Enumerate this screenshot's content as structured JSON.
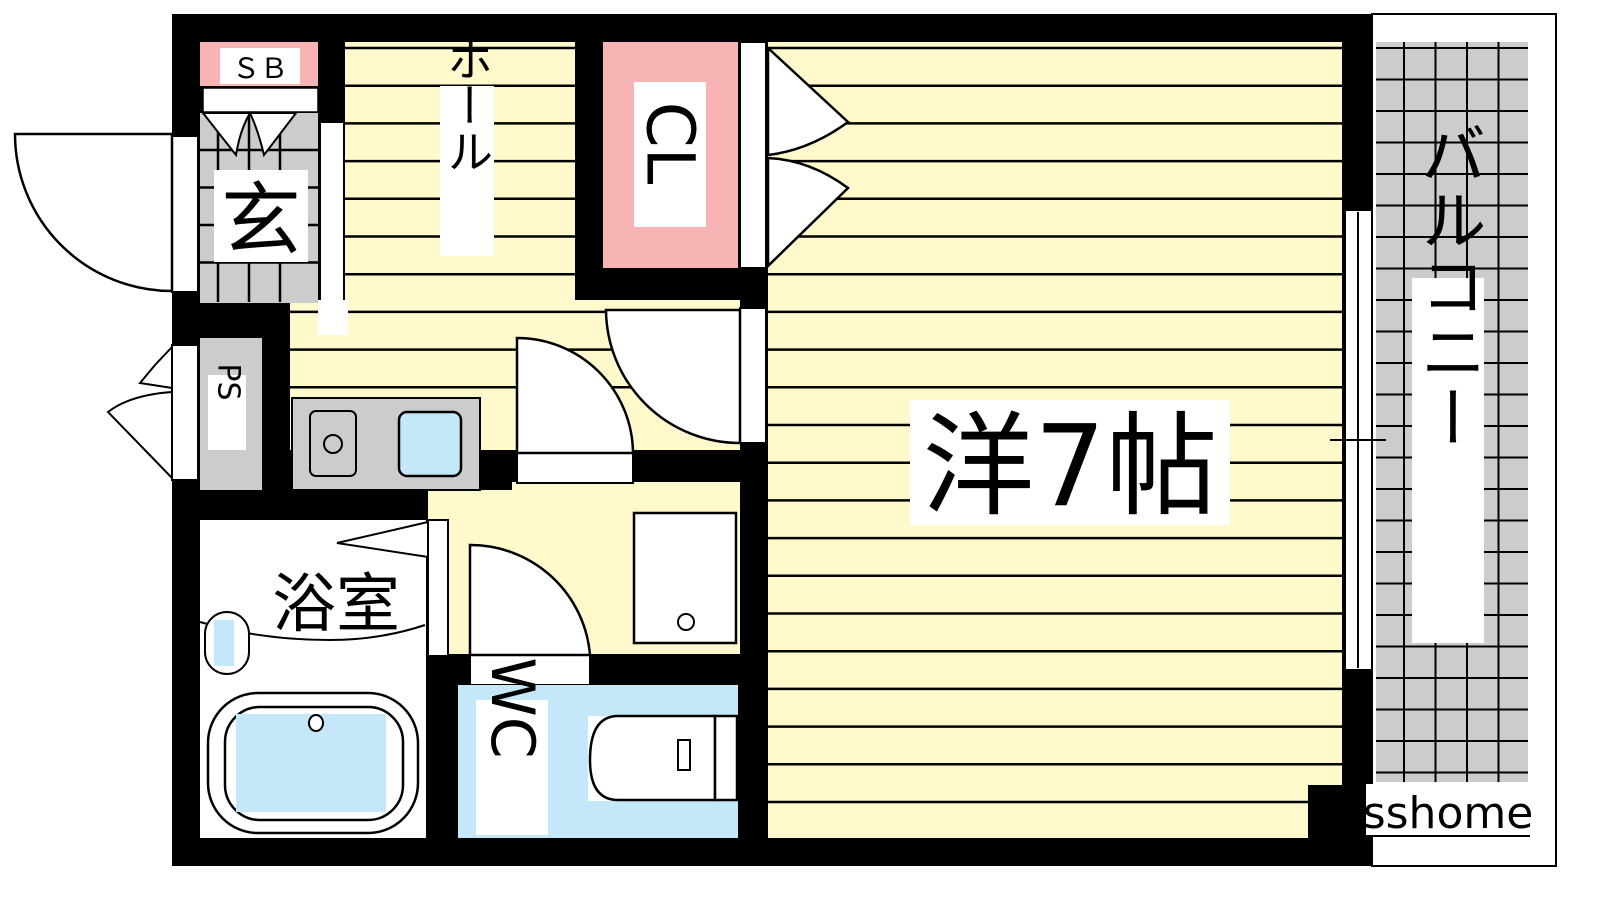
{
  "floorplan": {
    "rooms": {
      "western_room": "洋7帖",
      "hall": "ホール",
      "closet": "CL",
      "entrance": "玄",
      "shoe_box": "ＳＢ",
      "pipe_space": "PS",
      "bathroom": "浴室",
      "toilet": "WC",
      "balcony": "バルコニー"
    },
    "watermark": "sshome"
  },
  "colors": {
    "wall": "#000000",
    "floor": "#fff9cc",
    "closet": "#f8b4b4",
    "wet": "#c4e8f8",
    "tile": "#cccccc"
  }
}
